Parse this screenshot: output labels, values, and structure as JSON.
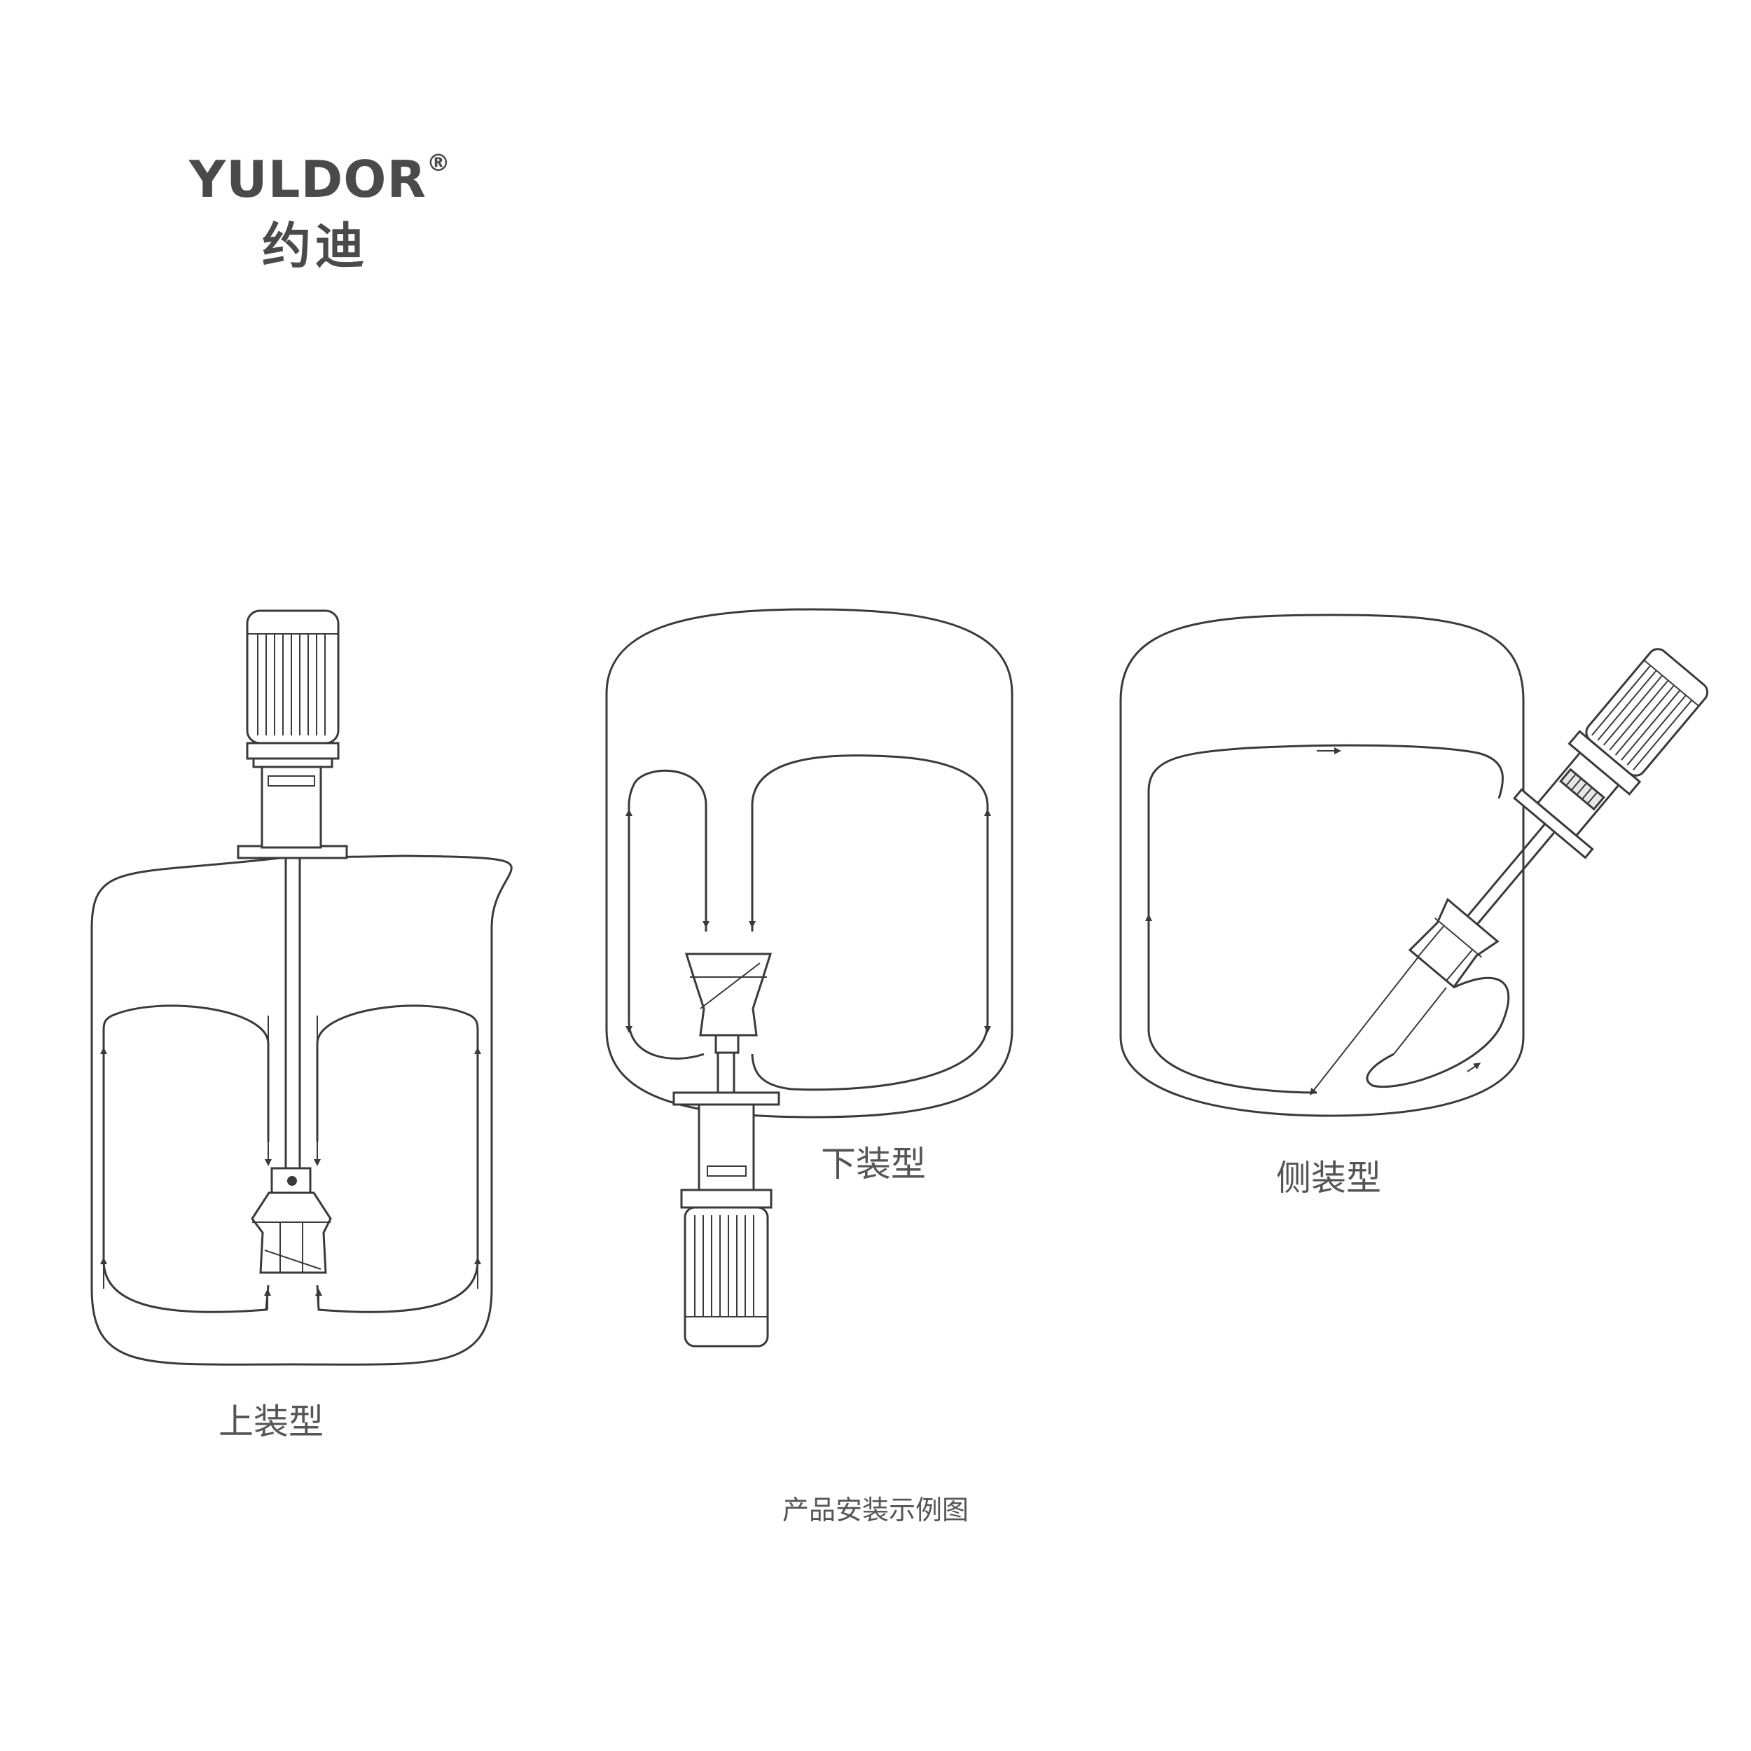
{
  "brand": {
    "name": "YULDOR",
    "registered": "®",
    "name_cn": "约迪"
  },
  "diagrams": {
    "top": {
      "label": "上装型"
    },
    "bottom": {
      "label": "下装型"
    },
    "side": {
      "label": "侧装型"
    }
  },
  "caption": "产品安装示例图"
}
